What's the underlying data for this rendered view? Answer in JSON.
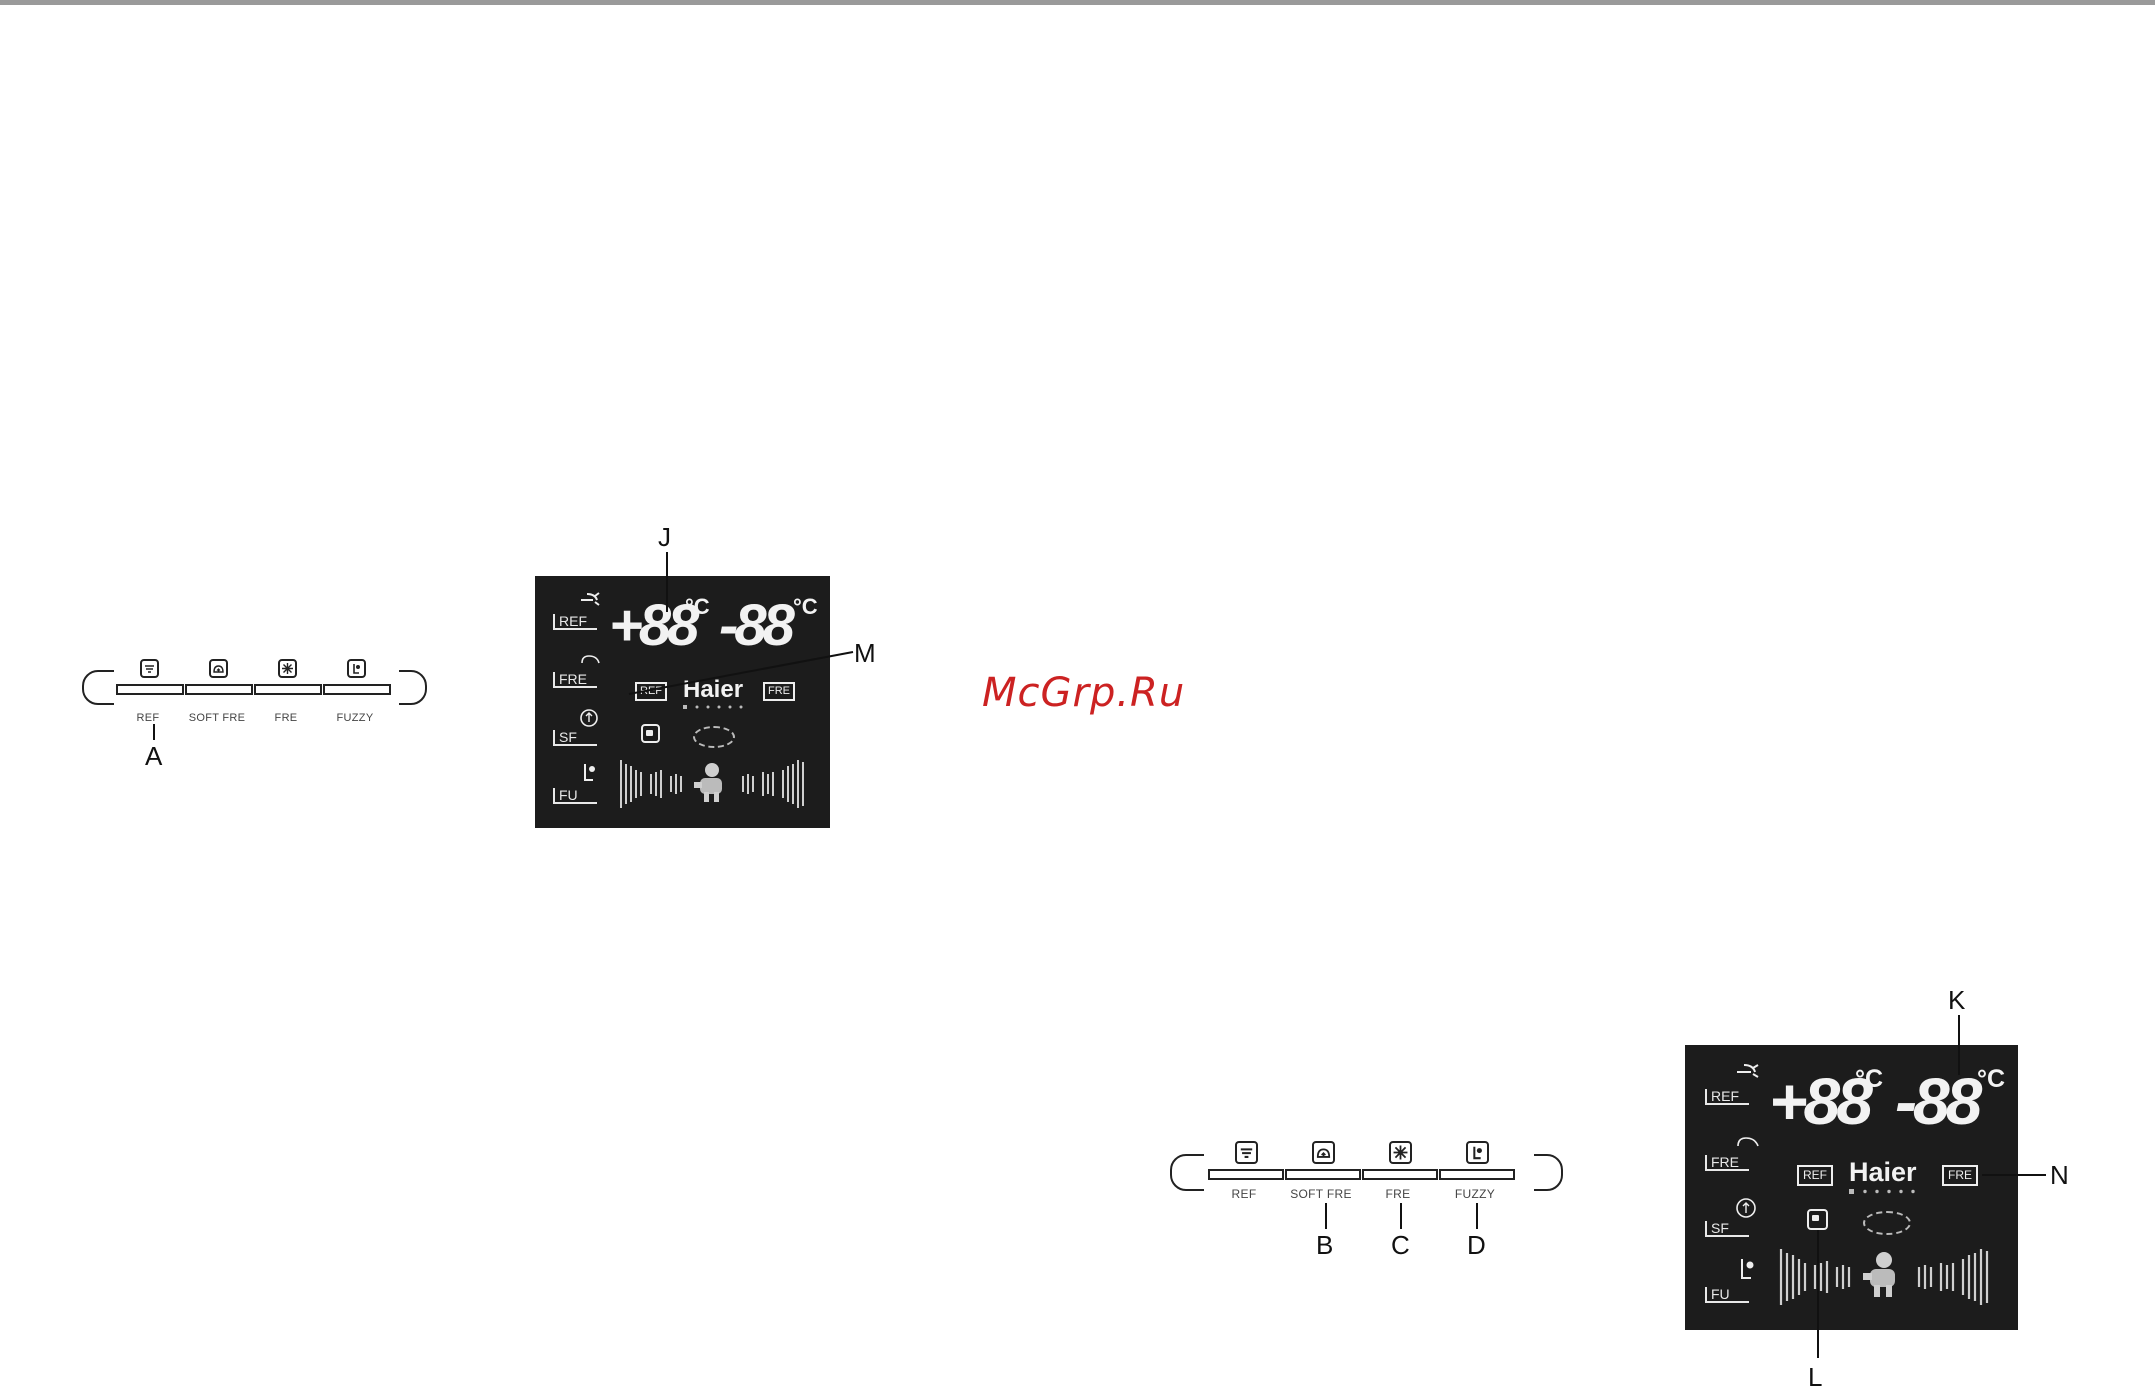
{
  "watermark": "McGrp.Ru",
  "callouts": {
    "a": "A",
    "b": "B",
    "c": "C",
    "d": "D",
    "j": "J",
    "k": "K",
    "l": "L",
    "m": "M",
    "n": "N"
  },
  "button_panel": {
    "labels": [
      "REF",
      "SOFT FRE",
      "FRE",
      "FUZZY"
    ],
    "icons": [
      "ref-icon",
      "soft-freeze-icon",
      "snowflake-icon",
      "fuzzy-icon"
    ]
  },
  "display": {
    "ref_temp": "+88",
    "fre_temp": "-88",
    "unit": "°C",
    "brand": "Haier",
    "zone_ref": "REF",
    "zone_fre": "FRE",
    "side_labels": [
      "REF",
      "FRE",
      "SF",
      "FU"
    ]
  },
  "colors": {
    "display_bg": "#1c1c1c",
    "watermark": "#cc2222"
  }
}
